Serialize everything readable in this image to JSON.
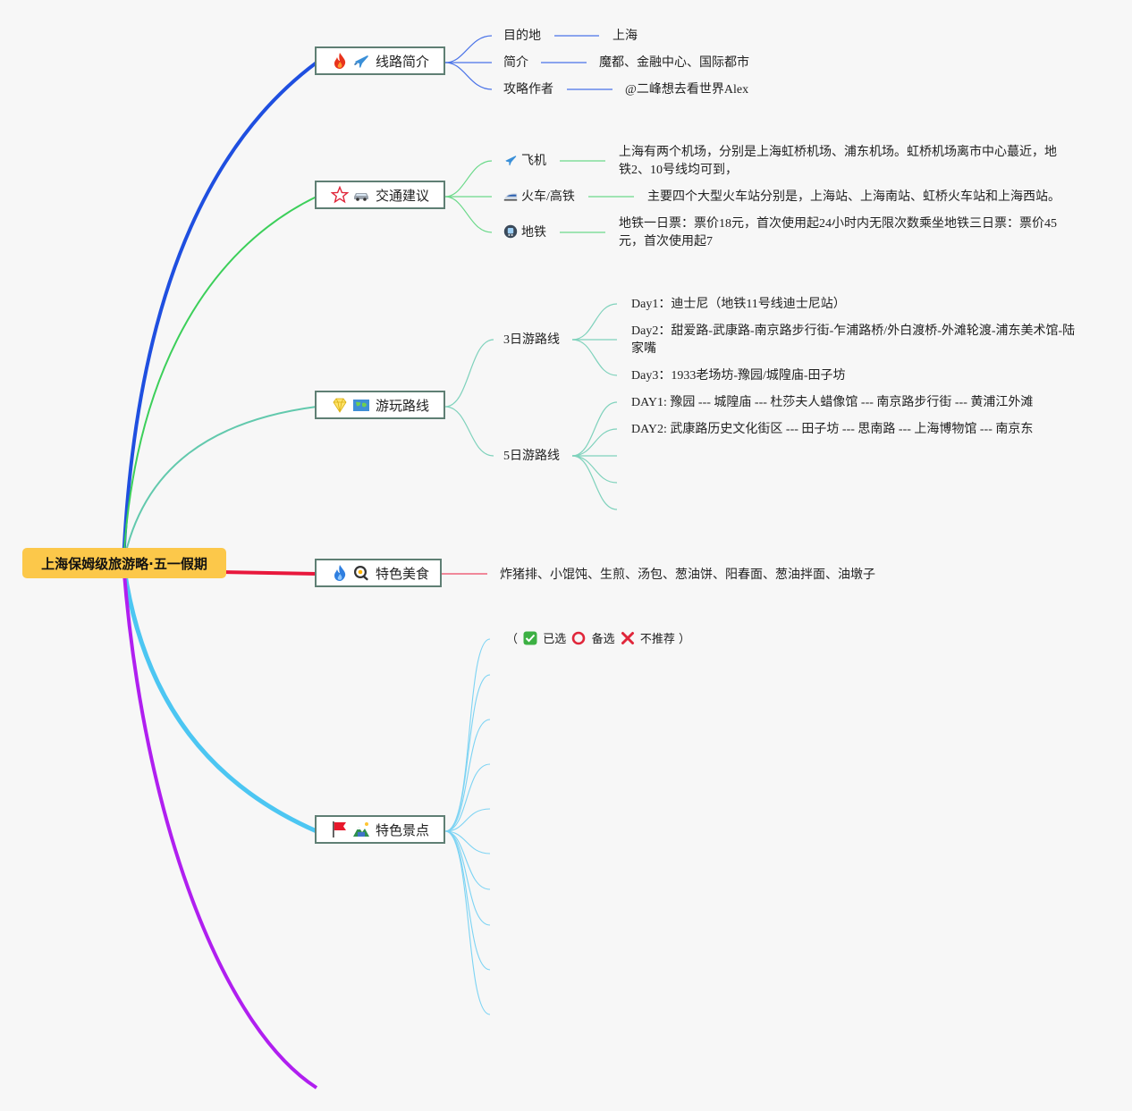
{
  "root": {
    "title": "上海保姆级旅游略·五一假期"
  },
  "route_intro": {
    "label": "线路简介",
    "icons": [
      "fire-icon",
      "airplane-icon"
    ],
    "items": [
      {
        "key": "目的地",
        "value": "上海"
      },
      {
        "key": "简介",
        "value": "魔都、金融中心、国际都市"
      },
      {
        "key": "攻略作者",
        "value": "@二峰想去看世界Alex"
      }
    ]
  },
  "transport": {
    "label": "交通建议",
    "icons": [
      "star-icon",
      "car-icon"
    ],
    "items": [
      {
        "icon": "airplane-icon",
        "key": "飞机",
        "value": "上海有两个机场，分别是上海虹桥机场、浦东机场。虹桥机场离市中心蕞近，地铁2、10号线均可到，"
      },
      {
        "icon": "bullet-train-icon",
        "key": "火车/高铁",
        "value": "主要四个大型火车站分别是，上海站、上海南站、虹桥火车站和上海西站。"
      },
      {
        "icon": "metro-icon",
        "key": "地铁",
        "value": "地铁一日票：票价18元，首次使用起24小时内无限次数乘坐地铁三日票：票价45元，首次使用起7"
      }
    ]
  },
  "routes": {
    "label": "游玩路线",
    "icons": [
      "gem-icon",
      "map-icon"
    ],
    "three_day": {
      "label": "3日游路线",
      "days": [
        "Day1：迪士尼（地铁11号线迪士尼站）",
        "Day2：甜爱路-武康路-南京路步行街-乍浦路桥/外白渡桥-外滩轮渡-浦东美术馆-陆家嘴",
        "Day3：1933老场坊-豫园/城隍庙-田子坊"
      ]
    },
    "five_day": {
      "label": "5日游路线",
      "days": [
        "DAY1: 豫园 --- 城隍庙 --- 杜莎夫人蜡像馆 --- 南京路步行街 --- 黄浦江外滩",
        "DAY2: 武康路历史文化街区 --- 田子坊 --- 思南路 --- 上海博物馆 --- 南京东"
      ]
    }
  },
  "food": {
    "label": "特色美食",
    "icons": [
      "fire-icon",
      "fried-egg-icon"
    ],
    "value": "炸猪排、小馄饨、生煎、汤包、葱油饼、阳春面、葱油拌面、油墩子"
  },
  "sights": {
    "label": "特色景点",
    "icons": [
      "red-flag-icon",
      "landscape-icon"
    ],
    "legend": {
      "open": "（",
      "selected": "已选",
      "backup": "备选",
      "not_recommended": "不推荐",
      "close": "）"
    }
  },
  "colors": {
    "branch_intro": "#1f4fe0",
    "branch_transport": "#3ccf5a",
    "branch_routes": "#62c9ad",
    "branch_food": "#e8183c",
    "branch_sights": "#4cc6f2",
    "branch_extra": "#b01ff0",
    "root_fill": "#fcc84a"
  }
}
